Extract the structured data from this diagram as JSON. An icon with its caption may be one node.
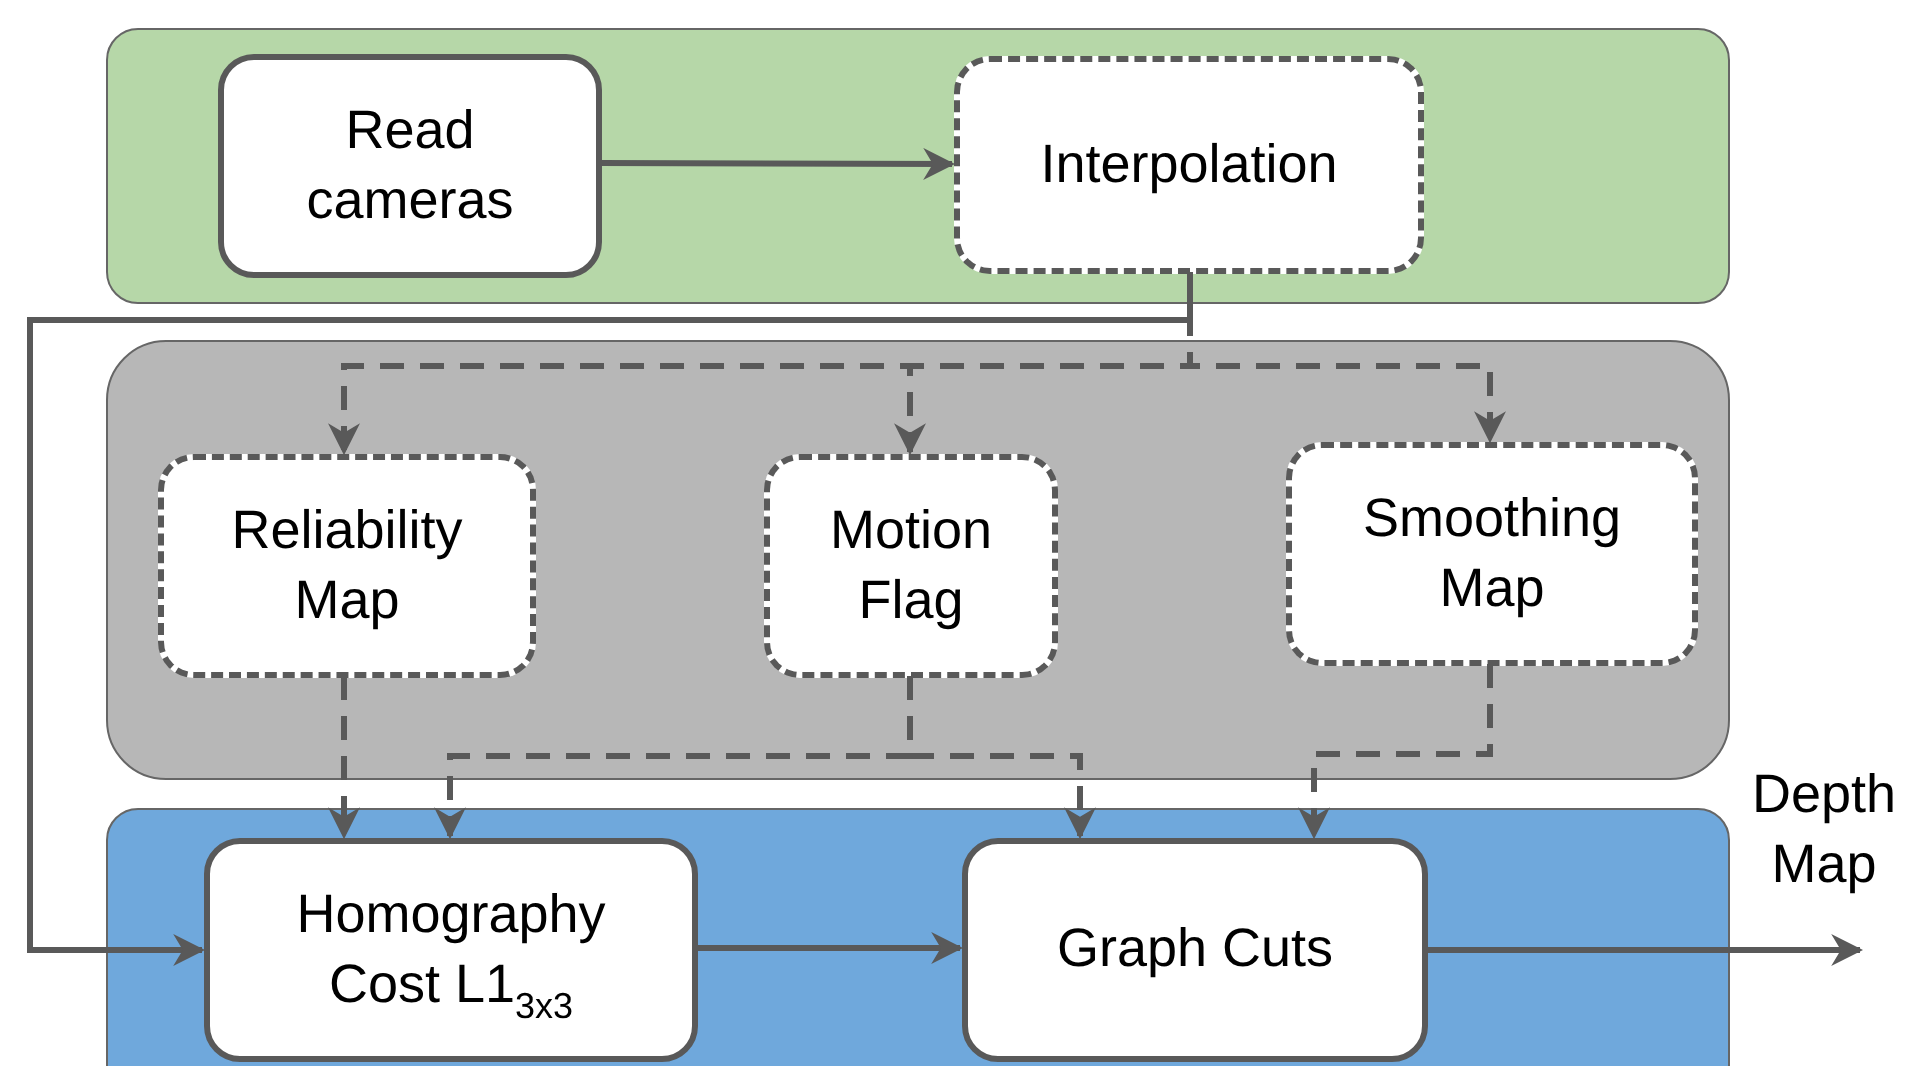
{
  "diagram": {
    "nodes": [
      {
        "text": [],
        "shape": "box"
      },
      {
        "text": [
          "Read cameras"
        ],
        "in": 0
      },
      {
        "text": [
          "Interpolation"
        ],
        "in": 0
      },
      {
        "text": [],
        "shape": "box"
      },
      {
        "text": [
          "Reliability Map"
        ],
        "in": 3
      },
      {
        "text": [
          "Motion Flag"
        ],
        "in": 3
      },
      {
        "text": [
          "Smoothing Map"
        ],
        "in": 3
      },
      {
        "text": [],
        "shape": "box"
      },
      {
        "text": [
          "Homography Cost L1$_{3x3}$"
        ],
        "in": 7
      },
      {
        "text": [
          "Graph Cuts"
        ],
        "in": 7
      },
      {
        "text": [
          "Depth Map"
        ]
      }
    ],
    "edges": [
      {
        "from": 1,
        "to": 2,
        "arrow": "to"
      },
      {
        "from": 2,
        "to": 8,
        "arrow": "to"
      },
      {
        "from": 2,
        "to": 4,
        "arrow": "to",
        "style": "dashed"
      },
      {
        "from": 2,
        "to": 5,
        "arrow": "to",
        "style": "dashed"
      },
      {
        "from": 2,
        "to": 6,
        "arrow": "to",
        "style": "dashed"
      },
      {
        "from": 4,
        "to": 8,
        "arrow": "to",
        "style": "dashed"
      },
      {
        "from": 5,
        "to": 8,
        "arrow": "to",
        "style": "dashed"
      },
      {
        "from": 5,
        "to": 9,
        "arrow": "to",
        "style": "dashed"
      },
      {
        "from": 6,
        "to": 9,
        "arrow": "to",
        "style": "dashed"
      },
      {
        "from": 8,
        "to": 9,
        "arrow": "to"
      },
      {
        "from": 9,
        "to": 10,
        "arrow": "to"
      }
    ]
  }
}
